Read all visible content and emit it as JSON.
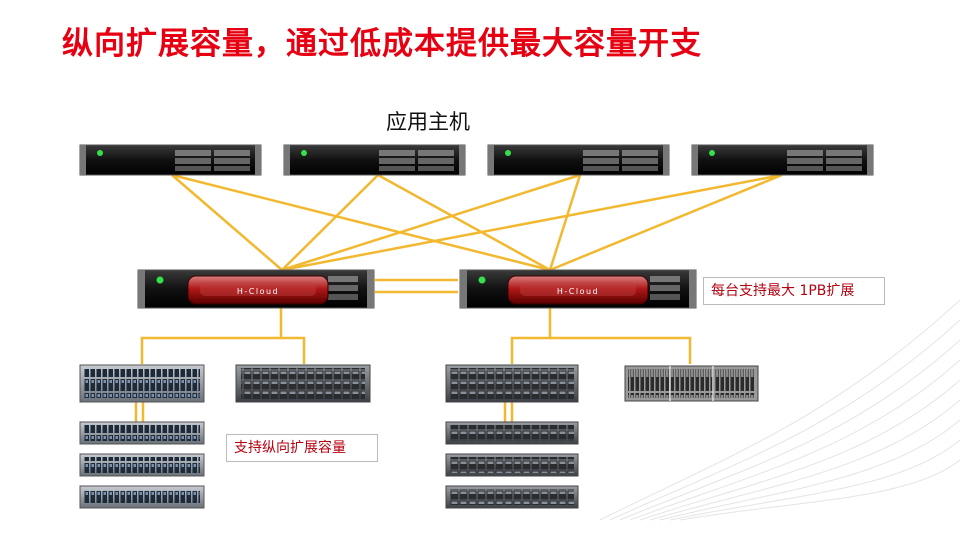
{
  "slide": {
    "title": "纵向扩展容量，通过低成本提供最大容量开支",
    "hosts_label": "应用主机",
    "controller_label": "H-Cloud",
    "note_controller": "每台支持最大 1PB扩展",
    "note_storage": "支持纵向扩展容量"
  },
  "colors": {
    "title": "#e60012",
    "link": "#f2b830",
    "note_text": "#b50010"
  },
  "icons": [
    "server-icon",
    "controller-icon",
    "storage-array-icon",
    "disk-shelf-icon"
  ]
}
